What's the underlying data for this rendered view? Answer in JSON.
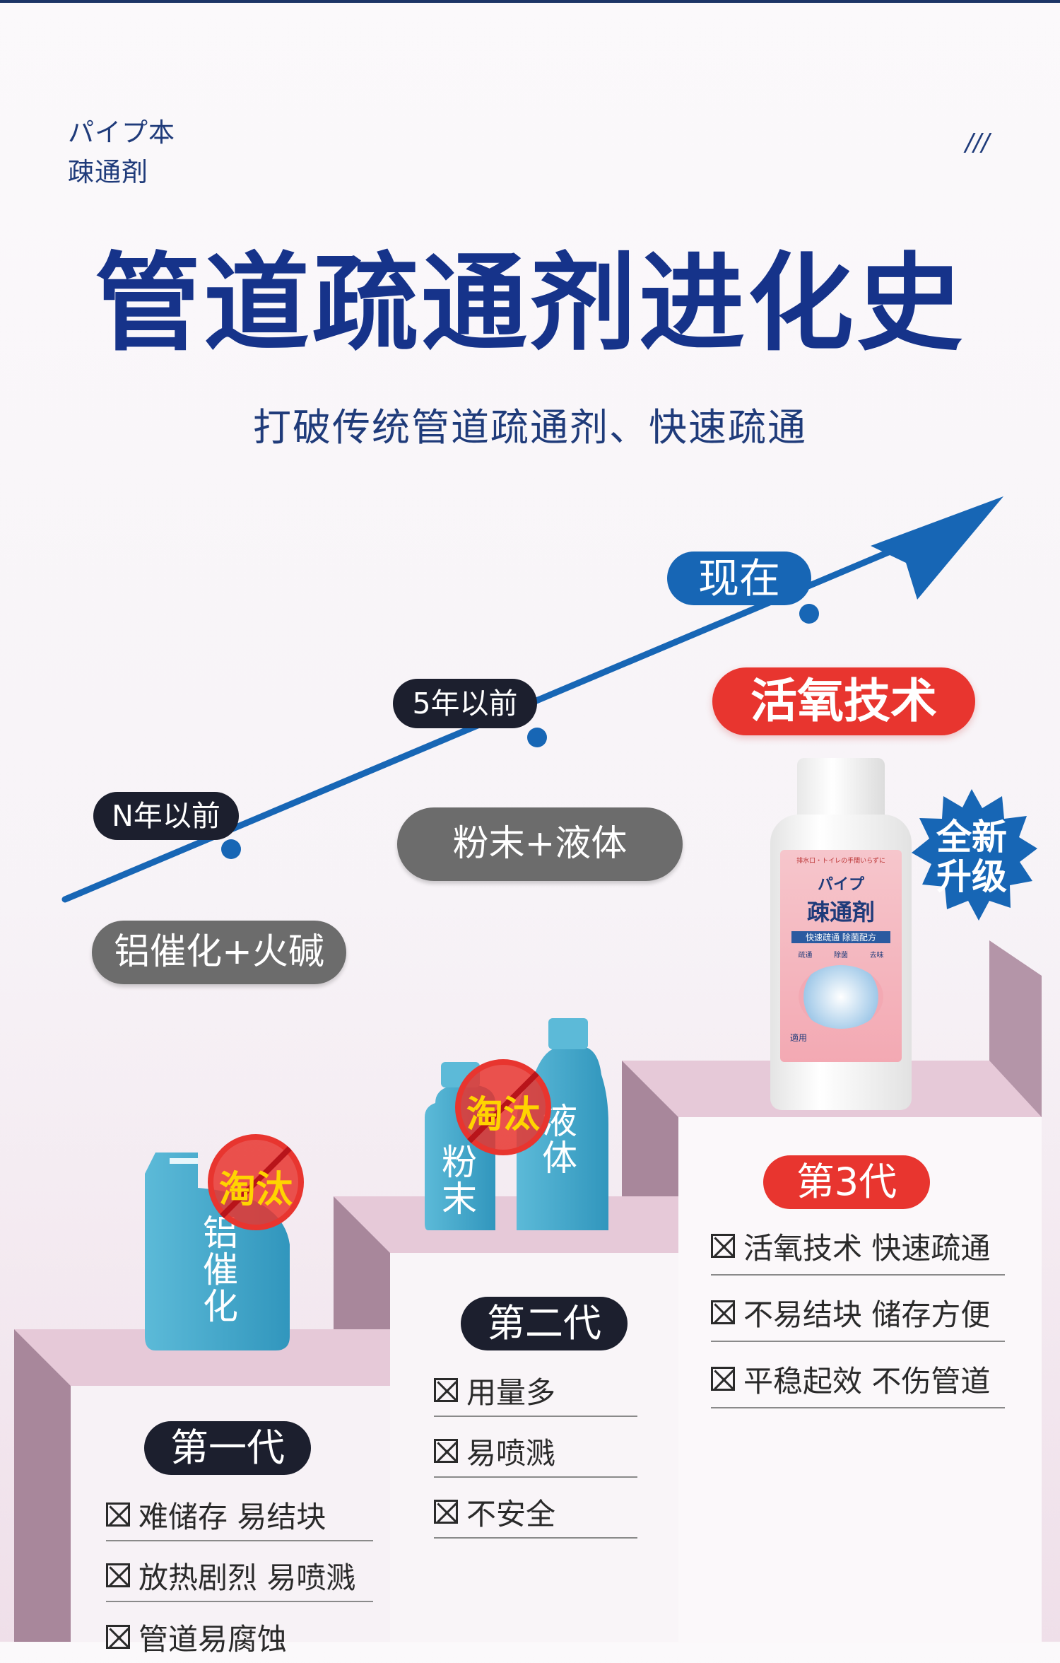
{
  "header": {
    "brand_line1": "パイプ本",
    "brand_line2": "疎通剤",
    "decor": "///"
  },
  "title": "管道疏通剂进化史",
  "subtitle": "打破传统管道疏通剂、快速疏通",
  "timeline": [
    {
      "era": "N年以前",
      "tech": "铝催化+火碱"
    },
    {
      "era": "5年以前",
      "tech": "粉末+液体"
    },
    {
      "era": "现在",
      "tech": "活氧技术"
    }
  ],
  "badge": {
    "line1": "全新",
    "line2": "升级"
  },
  "product": {
    "brand": "パイプ",
    "name": "疎通剤",
    "tagline": "快速疏通 除菌配方",
    "tags": [
      "疏通",
      "除菌",
      "去味"
    ],
    "top_label": "排水口・トイレの手間いらずに",
    "usage": "適用"
  },
  "stamp_label": "淘汰",
  "containers": {
    "gen1": [
      "铝",
      "催",
      "化"
    ],
    "gen2_powder": [
      "粉",
      "末"
    ],
    "gen2_liquid": [
      "液",
      "体"
    ]
  },
  "generations": [
    {
      "name": "第一代",
      "items": [
        "难储存 易结块",
        "放热剧烈 易喷溅",
        "管道易腐蚀"
      ]
    },
    {
      "name": "第二代",
      "items": [
        "用量多",
        "易喷溅",
        "不安全"
      ]
    },
    {
      "name": "第3代",
      "items": [
        "活氧技术 快速疏通",
        "不易结块 储存方便",
        "平稳起效 不伤管道"
      ]
    }
  ],
  "colors": {
    "navy": "#16338a",
    "blue": "#1766b5",
    "red": "#e8352f",
    "dark": "#1c1f2e",
    "gray": "#6c6c6c",
    "teal": "#4aa9cc"
  }
}
